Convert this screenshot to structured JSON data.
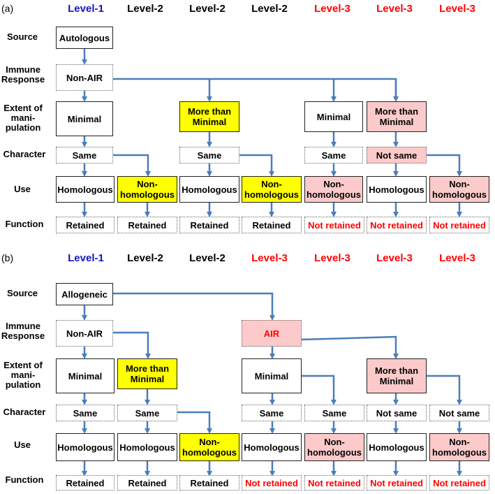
{
  "panels": [
    {
      "label": "(a)",
      "levels": [
        "Level-1",
        "Level-2",
        "Level-2",
        "Level-2",
        "Level-3",
        "Level-3",
        "Level-3"
      ],
      "row_labels": [
        "Source",
        "Immune\nResponse",
        "Extent of\nmani-\npulation",
        "Character",
        "Use",
        "Function"
      ],
      "source": "Autologous",
      "immune": "Non-AIR",
      "manipulation": [
        "Minimal",
        "More than Minimal",
        "Minimal",
        "More than Minimal"
      ],
      "character": [
        "Same",
        "Same",
        "Same",
        "Not same"
      ],
      "use": [
        "Homologous",
        "Non-homologous",
        "Homologous",
        "Non-homologous",
        "Non-homologous",
        "Homologous",
        "Non-homologous"
      ],
      "function": [
        "Retained",
        "Retained",
        "Retained",
        "Retained",
        "Not retained",
        "Not retained",
        "Not retained"
      ]
    },
    {
      "label": "(b)",
      "levels": [
        "Level-1",
        "Level-2",
        "Level-2",
        "Level-3",
        "Level-3",
        "Level-3",
        "Level-3"
      ],
      "row_labels": [
        "Source",
        "Immune\nResponse",
        "Extent of\nmani-\npulation",
        "Character",
        "Use",
        "Function"
      ],
      "source": "Allogeneic",
      "immune": [
        "Non-AIR",
        "AIR"
      ],
      "manipulation": [
        "Minimal",
        "More than Minimal",
        "Minimal",
        "More than Minimal"
      ],
      "character": [
        "Same",
        "Same",
        "Same",
        "Same",
        "Not same",
        "Not same"
      ],
      "use": [
        "Homologous",
        "Homologous",
        "Non-homologous",
        "Homologous",
        "Non-homologous",
        "Homologous",
        "Non-homologous"
      ],
      "function": [
        "Retained",
        "Retained",
        "Retained",
        "Not retained",
        "Not retained",
        "Not retained",
        "Not retained"
      ]
    }
  ],
  "colors": {
    "level1": "#1515c8",
    "level3": "#ff0000",
    "yellow": "#ffff00",
    "pink": "#fccaca",
    "arrow": "#4a7ebb"
  }
}
